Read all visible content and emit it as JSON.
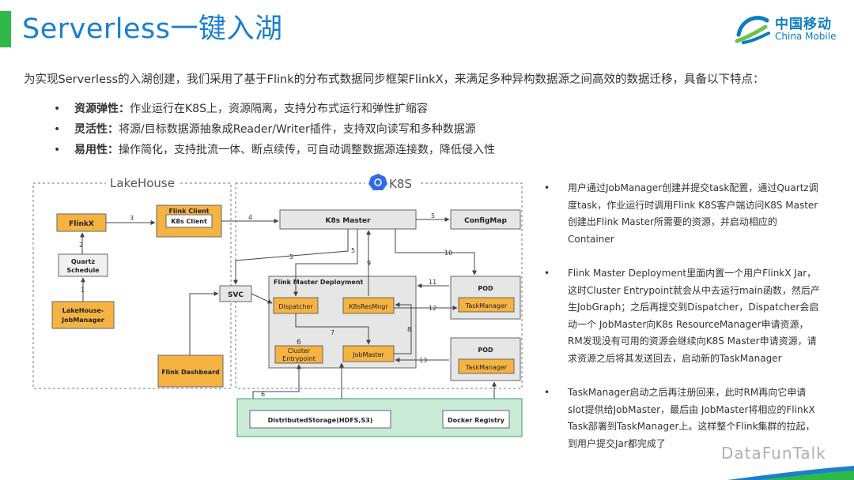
{
  "title": "Serverless一键入湖",
  "logo": {
    "cn": "中国移动",
    "en": "China Mobile"
  },
  "intro": "为实现Serverless的入湖创建，我们采用了基于Flink的分布式数据同步框架FlinkX，来满足多种异构数据源之间高效的数据迁移，具备以下特点：",
  "features": [
    {
      "label": "资源弹性：",
      "text": "作业运行在K8S上，资源隔离，支持分布式运行和弹性扩缩容"
    },
    {
      "label": "灵活性：",
      "text": "将源/目标数据源抽象成Reader/Writer插件，支持双向读写和多种数据源"
    },
    {
      "label": "易用性：",
      "text": "操作简化，支持批流一体、断点续传，可自动调整数据源连接数，降低侵入性"
    }
  ],
  "bullet_char": "•",
  "diagram": {
    "lakehouse_label": "LakeHouse",
    "k8s_label": "K8S",
    "flinkx": "FlinkX",
    "quartz": [
      "Quartz",
      "Schedule"
    ],
    "lakehouse_jobmanager": [
      "LakeHouse-",
      "JobManager"
    ],
    "flink_client_label": "Flink  Client",
    "k8s_client": "K8s Client",
    "k8s_master": "K8s Master",
    "configmap": "ConfigMap",
    "svc": "SVC",
    "flink_master_deployment": "Flink Master Deployment",
    "dispatcher": "Dispatcher",
    "k8sresmngr": "K8sResMngr",
    "cluster_entrypoint_num": "6",
    "cluster_entrypoint": [
      "Cluster",
      "Entrypoint"
    ],
    "jobmaster": "JobMaster",
    "pod": "POD",
    "taskmanager": "TaskManager",
    "flink_dashboard": "Flink Dashboard",
    "distributed_storage": "DistributedStorage(HDFS,S3)",
    "docker_registry": "Docker Registry",
    "edge_labels": {
      "e1": "1",
      "e2": "2",
      "e3": "3",
      "e4": "4",
      "e5a": "5",
      "e5b": "5",
      "e5c": "5",
      "e6": "6",
      "e7": "7",
      "e8": "8",
      "e9": "9",
      "e10": "10",
      "e11": "11",
      "e12": "12",
      "e13": "13"
    }
  },
  "notes": [
    "用户通过JobManager创建并提交task配置，通过Quartz调度task，作业运行时调用Flink K8S客户端访问K8S Master创建出Flink Master所需要的资源，并启动相应的Container",
    "Flink Master Deployment里面内置一个用户FlinkX Jar，这时Cluster Entrypoint就会从中去运行main函数，然后产生JobGraph；之后再提交到Dispatcher，Dispatcher会启动一个 JobMaster向K8s ResourceManager申请资源，RM发现没有可用的资源会继续向K8S Master申请资源，请求资源之后将其发送回去，启动新的TaskManager",
    "TaskManager启动之后再注册回来，此时RM再向它申请slot提供给JobMaster，最后由 JobMaster将相应的FlinkX Task部署到TaskManager上。这样整个Flink集群的拉起，到用户提交Jar都完成了"
  ],
  "watermark": "DataFunTalk",
  "colors": {
    "title": "#1b7fd0",
    "accent": "#2fb84a",
    "orange_box": "#f5b342",
    "storage_bg": "#c9ead7"
  }
}
